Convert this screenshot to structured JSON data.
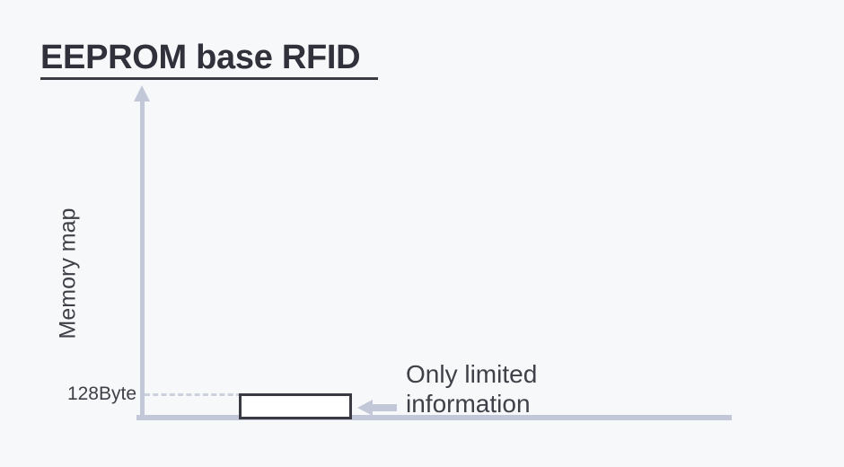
{
  "slide": {
    "background_color": "#f7f8fa",
    "title": "EEPROM base RFID"
  },
  "chart_data": {
    "type": "bar",
    "title": "EEPROM base RFID",
    "xlabel": "",
    "ylabel": "Memory map",
    "categories": [
      "EEPROM base RFID"
    ],
    "values": [
      128
    ],
    "value_unit": "Byte",
    "ytick_labels": [
      "128Byte"
    ],
    "ytick_values": [
      128
    ],
    "grid": false,
    "legend": false,
    "axis_color": "#c3c8d8",
    "bar_fill_color": "#ffffff",
    "bar_border_color": "#3a3a42",
    "annotations": [
      {
        "text": "Only limited information",
        "lines": [
          "Only limited",
          "information"
        ],
        "points_to": "memory-bar",
        "arrow_direction": "left",
        "arrow_color": "#c3c8d8"
      }
    ]
  },
  "axes": {
    "y_label": "Memory map",
    "y_tick_label": "128Byte",
    "y_arrow_icon": "arrow-up-icon",
    "x_axis_icon": "axis-baseline"
  },
  "callout": {
    "arrow_icon": "arrow-left-icon",
    "line1": "Only limited",
    "line2": "information"
  }
}
